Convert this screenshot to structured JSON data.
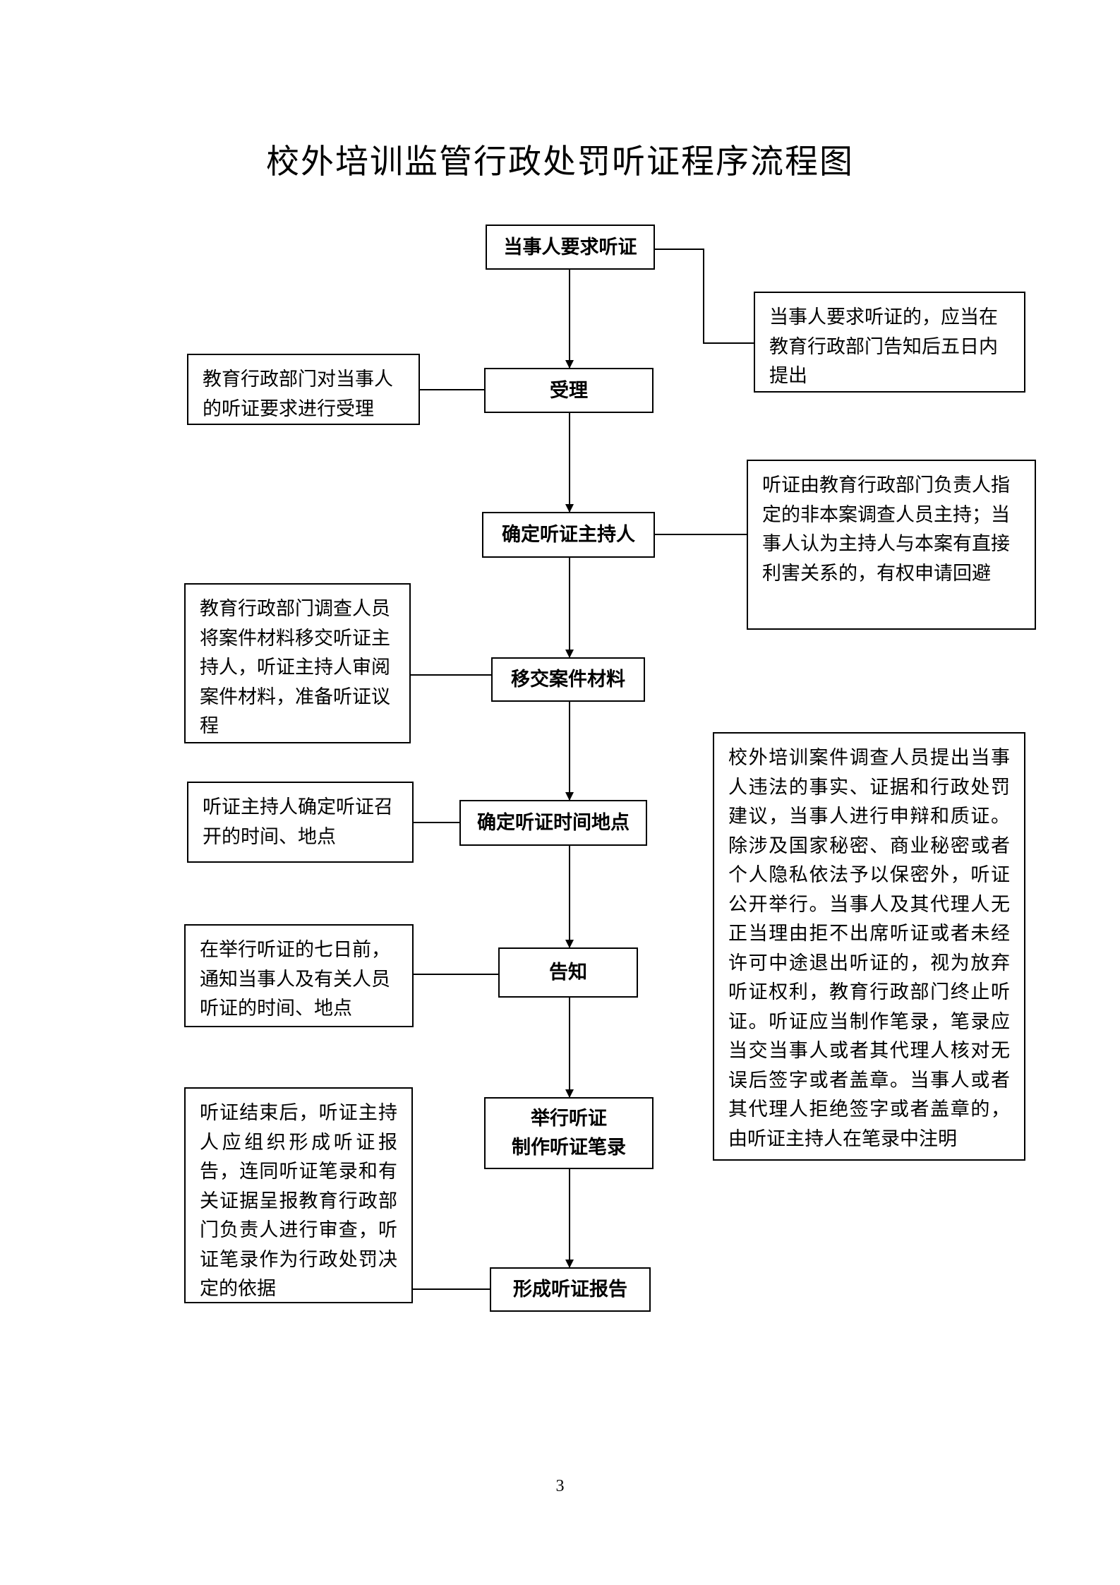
{
  "title": "校外培训监管行政处罚听证程序流程图",
  "steps": [
    {
      "label": "当事人要求听证"
    },
    {
      "label": "受理"
    },
    {
      "label": "确定听证主持人"
    },
    {
      "label": "移交案件材料"
    },
    {
      "label": "确定听证时间地点"
    },
    {
      "label": "告知"
    },
    {
      "label": "举行听证\n制作听证笔录"
    },
    {
      "label": "形成听证报告"
    }
  ],
  "notes": [
    {
      "text": "当事人要求听证的，应当在教育行政部门告知后五日内提出"
    },
    {
      "text": "教育行政部门对当事人的听证要求进行受理"
    },
    {
      "text": "听证由教育行政部门负责人指定的非本案调查人员主持；当事人认为主持人与本案有直接利害关系的，有权申请回避"
    },
    {
      "text": "教育行政部门调查人员将案件材料移交听证主持人，听证主持人审阅案件材料，准备听证议程"
    },
    {
      "text": "听证主持人确定听证召开的时间、地点"
    },
    {
      "text": "校外培训案件调查人员提出当事人违法的事实、证据和行政处罚建议，当事人进行申辩和质证。除涉及国家秘密、商业秘密或者个人隐私依法予以保密外，听证公开举行。当事人及其代理人无正当理由拒不出席听证或者未经许可中途退出听证的，视为放弃听证权利，教育行政部门终止听证。听证应当制作笔录，笔录应当交当事人或者其代理人核对无误后签字或者盖章。当事人或者其代理人拒绝签字或者盖章的，由听证主持人在笔录中注明"
    },
    {
      "text": "在举行听证的七日前，通知当事人及有关人员听证的时间、地点"
    },
    {
      "text": "听证结束后，听证主持人应组织形成听证报告，连同听证笔录和有关证据呈报教育行政部门负责人进行审查，听证笔录作为行政处罚决定的依据"
    }
  ],
  "page_number": "3"
}
